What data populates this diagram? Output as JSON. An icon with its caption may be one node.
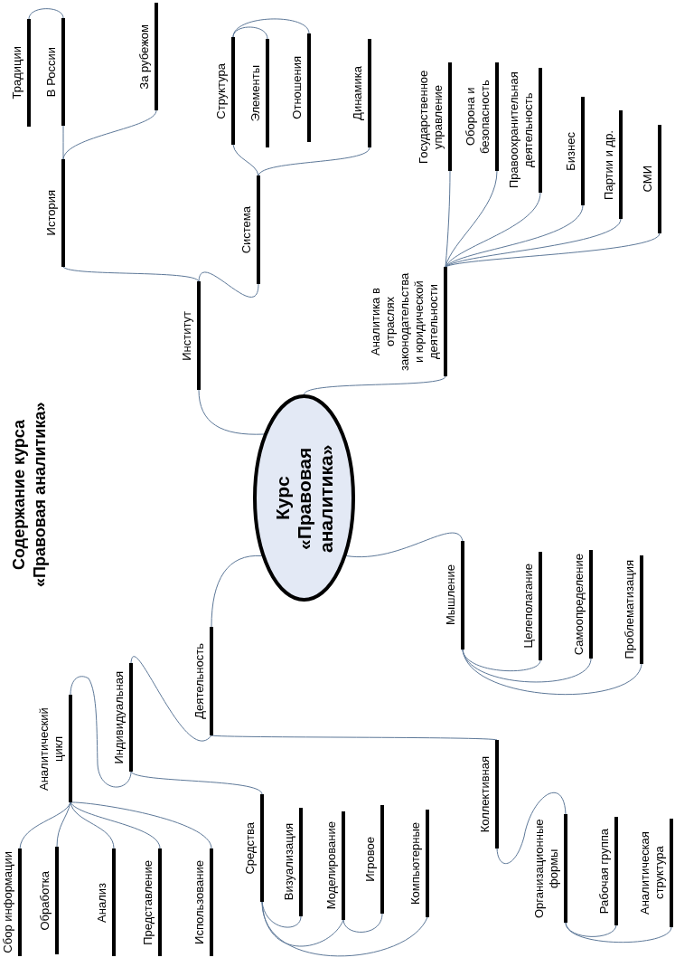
{
  "diagram": {
    "title": "Содержание курса «Правовая аналитика»",
    "nodes": [
      {
        "text": [
          "Курс «Правовая аналитика»"
        ]
      },
      {
        "text": [
          "Институт"
        ]
      },
      {
        "text": [
          "История"
        ]
      },
      {
        "text": [
          "В России"
        ]
      },
      {
        "text": [
          "Традиции"
        ]
      },
      {
        "text": [
          "За рубежом"
        ]
      },
      {
        "text": [
          "Система"
        ]
      },
      {
        "text": [
          "Структура"
        ]
      },
      {
        "text": [
          "Элементы"
        ]
      },
      {
        "text": [
          "Отношения"
        ]
      },
      {
        "text": [
          "Динамика"
        ]
      },
      {
        "text": [
          "Аналитика в отраслях законодательства и юридической деятельности"
        ]
      },
      {
        "text": [
          "Государственное управление"
        ]
      },
      {
        "text": [
          "Оборона и безопасность"
        ]
      },
      {
        "text": [
          "Правоохранительная деятельность"
        ]
      },
      {
        "text": [
          "Бизнес"
        ]
      },
      {
        "text": [
          "Партии и др."
        ]
      },
      {
        "text": [
          "СМИ"
        ]
      },
      {
        "text": [
          "Мышление"
        ]
      },
      {
        "text": [
          "Целеполагание"
        ]
      },
      {
        "text": [
          "Самоопределение"
        ]
      },
      {
        "text": [
          "Проблематизация"
        ]
      },
      {
        "text": [
          "Деятельность"
        ]
      },
      {
        "text": [
          "Индивидуальная"
        ]
      },
      {
        "text": [
          "Аналитический цикл"
        ]
      },
      {
        "text": [
          "Сбор информации"
        ]
      },
      {
        "text": [
          "Обработка"
        ]
      },
      {
        "text": [
          "Анализ"
        ]
      },
      {
        "text": [
          "Представление"
        ]
      },
      {
        "text": [
          "Использование"
        ]
      },
      {
        "text": [
          "Средства"
        ]
      },
      {
        "text": [
          "Визуализация"
        ]
      },
      {
        "text": [
          "Моделирование"
        ]
      },
      {
        "text": [
          "Игровое"
        ]
      },
      {
        "text": [
          "Компьютерные"
        ]
      },
      {
        "text": [
          "Коллективная"
        ]
      },
      {
        "text": [
          "Организационные формы"
        ]
      },
      {
        "text": [
          "Рабочая группа"
        ]
      },
      {
        "text": [
          "Аналитическая структура"
        ]
      }
    ],
    "edges": [
      {
        "from": 0,
        "to": 1,
        "arrow": "none"
      },
      {
        "from": 1,
        "to": 2,
        "arrow": "none"
      },
      {
        "from": 2,
        "to": 3,
        "arrow": "none"
      },
      {
        "from": 3,
        "to": 4,
        "arrow": "none"
      },
      {
        "from": 2,
        "to": 5,
        "arrow": "none"
      },
      {
        "from": 1,
        "to": 6,
        "arrow": "none"
      },
      {
        "from": 6,
        "to": 7,
        "arrow": "none"
      },
      {
        "from": 7,
        "to": 8,
        "arrow": "none"
      },
      {
        "from": 7,
        "to": 9,
        "arrow": "none"
      },
      {
        "from": 6,
        "to": 10,
        "arrow": "none"
      },
      {
        "from": 0,
        "to": 11,
        "arrow": "none"
      },
      {
        "from": 11,
        "to": 12,
        "arrow": "none"
      },
      {
        "from": 11,
        "to": 13,
        "arrow": "none"
      },
      {
        "from": 11,
        "to": 14,
        "arrow": "none"
      },
      {
        "from": 11,
        "to": 15,
        "arrow": "none"
      },
      {
        "from": 11,
        "to": 16,
        "arrow": "none"
      },
      {
        "from": 11,
        "to": 17,
        "arrow": "none"
      },
      {
        "from": 0,
        "to": 18,
        "arrow": "none"
      },
      {
        "from": 18,
        "to": 19,
        "arrow": "none"
      },
      {
        "from": 18,
        "to": 20,
        "arrow": "none"
      },
      {
        "from": 18,
        "to": 21,
        "arrow": "none"
      },
      {
        "from": 0,
        "to": 22,
        "arrow": "none"
      },
      {
        "from": 22,
        "to": 23,
        "arrow": "none"
      },
      {
        "from": 23,
        "to": 24,
        "arrow": "none"
      },
      {
        "from": 24,
        "to": 25,
        "arrow": "none"
      },
      {
        "from": 24,
        "to": 26,
        "arrow": "none"
      },
      {
        "from": 24,
        "to": 27,
        "arrow": "none"
      },
      {
        "from": 24,
        "to": 28,
        "arrow": "none"
      },
      {
        "from": 24,
        "to": 29,
        "arrow": "none"
      },
      {
        "from": 23,
        "to": 30,
        "arrow": "none"
      },
      {
        "from": 30,
        "to": 31,
        "arrow": "none"
      },
      {
        "from": 30,
        "to": 32,
        "arrow": "none"
      },
      {
        "from": 32,
        "to": 33,
        "arrow": "none"
      },
      {
        "from": 30,
        "to": 34,
        "arrow": "none"
      },
      {
        "from": 22,
        "to": 35,
        "arrow": "none"
      },
      {
        "from": 35,
        "to": 36,
        "arrow": "none"
      },
      {
        "from": 36,
        "to": 37,
        "arrow": "none"
      },
      {
        "from": 36,
        "to": 38,
        "arrow": "none"
      }
    ]
  }
}
